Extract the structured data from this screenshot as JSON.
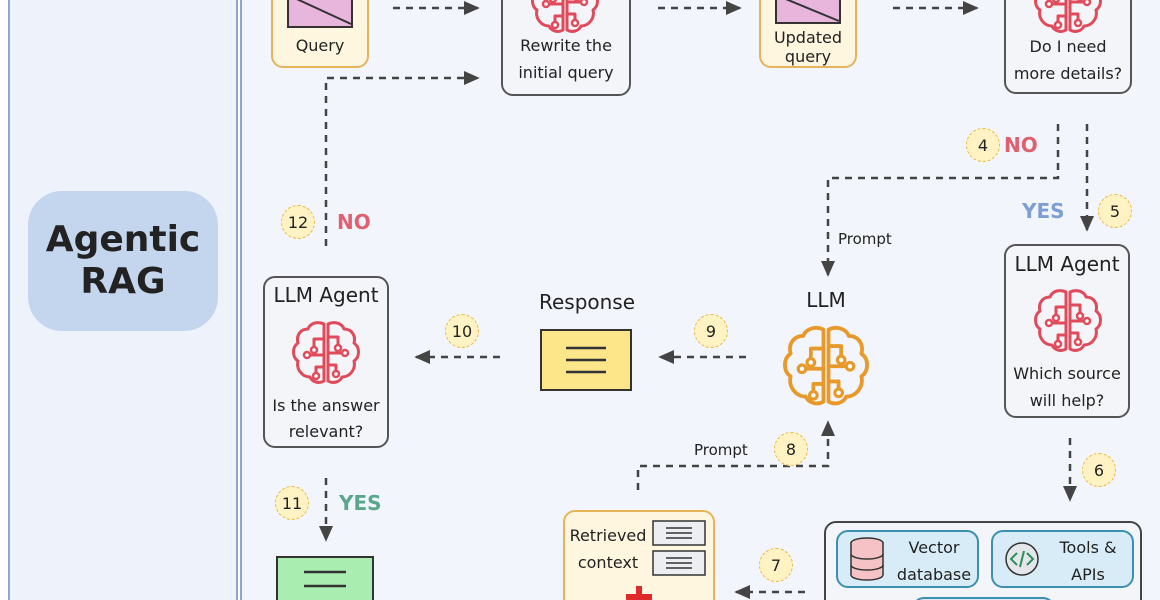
{
  "title": {
    "line1": "Agentic",
    "line2": "RAG"
  },
  "nodes": {
    "query": "Query",
    "rewrite": {
      "line1": "Rewrite the",
      "line2": "initial query"
    },
    "updated": {
      "line1": "Updated",
      "line2": "query"
    },
    "details": {
      "line1": "Do I need",
      "line2": "more details?"
    },
    "agent_source": {
      "title": "LLM Agent",
      "line1": "Which source",
      "line2": "will help?"
    },
    "llm": "LLM",
    "response": "Response",
    "agent_relevant": {
      "title": "LLM Agent",
      "line1": "Is the answer",
      "line2": "relevant?"
    },
    "retrieved": {
      "line1": "Retrieved",
      "line2": "context"
    },
    "vector_db": {
      "line1": "Vector",
      "line2": "database"
    },
    "tools": {
      "line1": "Tools &",
      "line2": "APIs"
    }
  },
  "edges": {
    "prompt_top": "Prompt",
    "prompt_bottom": "Prompt",
    "no_4": "NO",
    "yes_5": "YES",
    "no_12": "NO",
    "yes_11": "YES"
  },
  "steps": [
    "4",
    "5",
    "6",
    "7",
    "8",
    "9",
    "10",
    "11",
    "12"
  ],
  "colors": {
    "panel_bg": "#eef2fb",
    "panel_border": "#8fa7cf",
    "title_bg": "#c4d5ee",
    "brain_red": "#e04a5a",
    "brain_orange": "#e79a2a",
    "no_red": "#e06070",
    "yes_blue": "#7d9fd4",
    "yes_green": "#5aa88c",
    "doc_yellow": "#fde68a",
    "doc_green": "#a9eeb0",
    "query_pink": "#e8b5dc"
  }
}
